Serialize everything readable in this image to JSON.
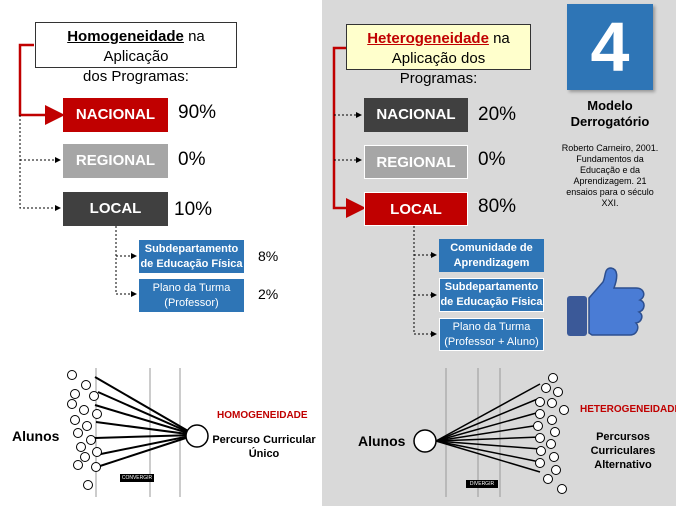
{
  "left": {
    "title_em": "Homogeneidade",
    "title_rest_1": " na Aplicação",
    "title_rest_2": "dos Programas:",
    "levels": [
      {
        "label": "NACIONAL",
        "pct": "90%",
        "color": "#c00000"
      },
      {
        "label": "REGIONAL",
        "pct": "0%",
        "color": "#a6a6a6"
      },
      {
        "label": "LOCAL",
        "pct": "10%",
        "color": "#404040"
      }
    ],
    "subs": [
      {
        "label": "Subdepartamento de Educação Física",
        "pct": "8%"
      },
      {
        "label": "Plano da Turma (Professor)",
        "pct": "2%"
      }
    ],
    "diagram": {
      "alunos": "Alunos",
      "tag": "HOMOGENEIDADE",
      "result": "Percurso Curricular Único",
      "small_label": "CONVERGIR"
    }
  },
  "right": {
    "title_em": "Heterogeneidade",
    "title_rest_1": " na",
    "title_rest_2": "Aplicação dos Programas:",
    "levels": [
      {
        "label": "NACIONAL",
        "pct": "20%",
        "color": "#404040"
      },
      {
        "label": "REGIONAL",
        "pct": "0%",
        "color": "#a6a6a6"
      },
      {
        "label": "LOCAL",
        "pct": "80%",
        "color": "#c00000"
      }
    ],
    "subs": [
      {
        "label": "Comunidade de Aprendizagem"
      },
      {
        "label": "Subdepartamento de Educação Física"
      },
      {
        "label": "Plano da Turma (Professor + Aluno)"
      }
    ],
    "diagram": {
      "alunos": "Alunos",
      "tag": "HETEROGENEIDADE",
      "result": "Percursos Curriculares Alternativo",
      "small_label": "DIVERGIR"
    },
    "model_number": "4",
    "model_title": "Modelo Derrogatório",
    "citation": "Roberto Carneiro, 2001. Fundamentos da Educação e da Aprendizagem. 21 ensaios para o século XXI.",
    "icon": "thumbs-up-icon"
  },
  "colors": {
    "accent_red": "#c00000",
    "blue": "#2e75b6",
    "dark": "#404040",
    "gray": "#a6a6a6",
    "yellow": "#ffffcc"
  }
}
